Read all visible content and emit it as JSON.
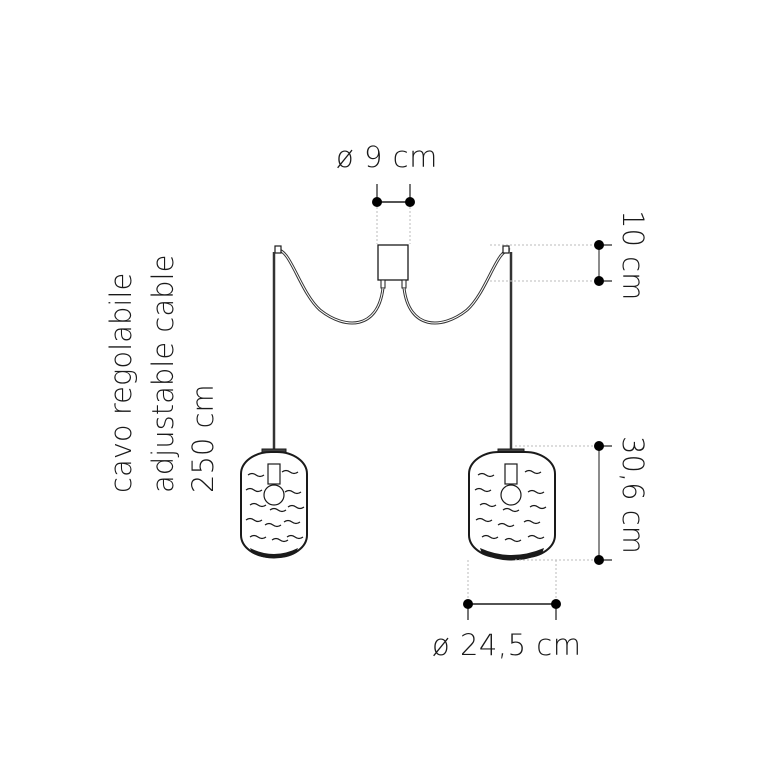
{
  "title": "Double pendant lamp dimension drawing",
  "dimensions": {
    "canopy_diameter": "ø 9 cm",
    "canopy_height": "10 cm",
    "shade_height": "30,6 cm",
    "shade_diameter": "ø 24,5 cm"
  },
  "cable_note": {
    "line1": "cavo regolabile",
    "line2": "adjustable cable",
    "line3": "250 cm"
  },
  "colors": {
    "line": "#1a1a1a",
    "dim_line": "#555555",
    "guide": "#bbbbbb"
  }
}
